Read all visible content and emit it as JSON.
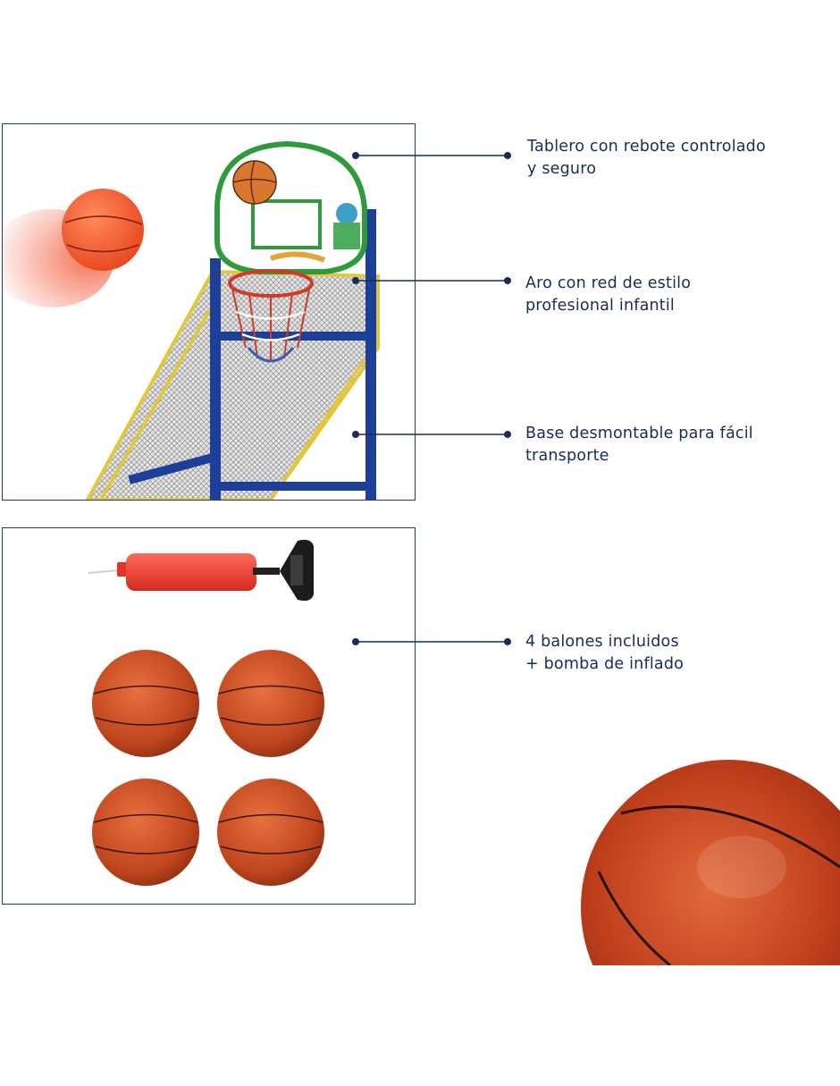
{
  "callouts": [
    {
      "line1": "Tablero con rebote controlado",
      "line2": "y seguro"
    },
    {
      "line1": "Aro con red de estilo",
      "line2": "profesional infantil"
    },
    {
      "line1": "Base desmontable para fácil",
      "line2": "transporte"
    },
    {
      "line1": "4 balones incluidos",
      "line2": "+ bomba de inflado"
    }
  ],
  "colors": {
    "text": "#1a2b57",
    "frame_border": "#1f3a6e",
    "ball_orange": "#c0461e",
    "frame_blue": "#1d3f9a",
    "backboard_green": "#2e9a3c",
    "pump_red": "#e8312b"
  }
}
